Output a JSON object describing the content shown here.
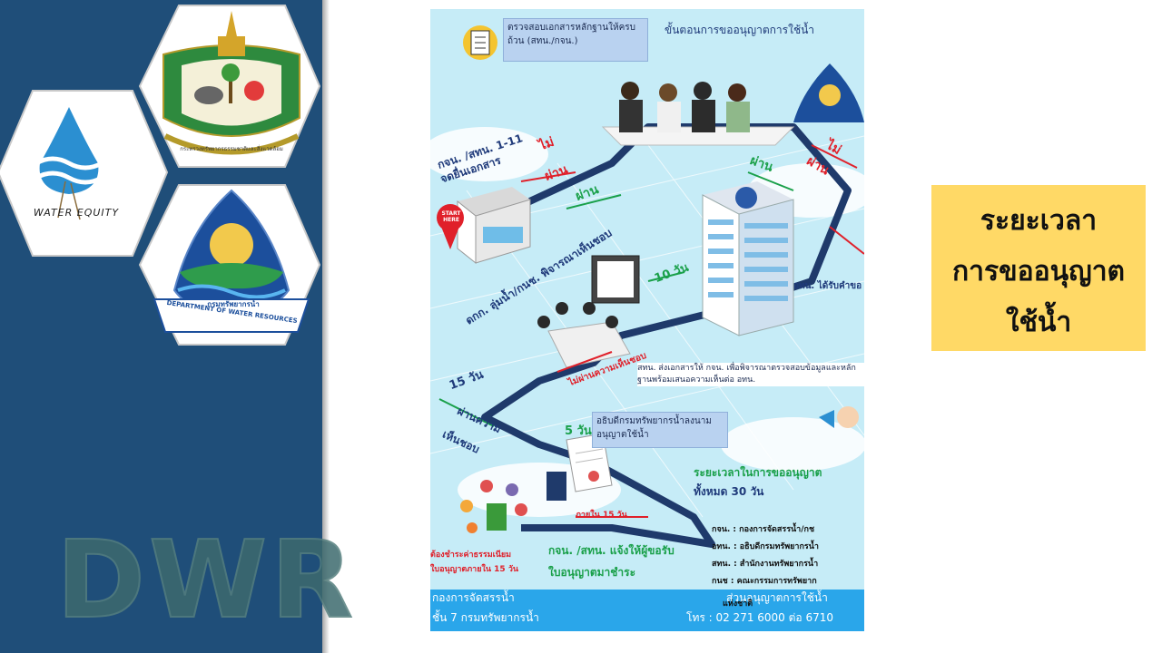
{
  "sidebar": {
    "logo_left_caption": "WATER EQUITY",
    "logo_top_caption": "กระทรวงทรัพยากรธรรมชาติและสิ่งแวดล้อม",
    "logo_bottom_caption": "กรมทรัพยากรน้ำ",
    "logo_bottom_caption_en": "DEPARTMENT OF WATER RESOURCES",
    "watermark": "DWR",
    "colors": {
      "background": "#1f4e79",
      "watermark": "#3d6a6e"
    }
  },
  "poster": {
    "check_box": "ตรวจสอบเอกสารหลักฐานให้ครบถ้วน (สทน./กจน.)",
    "header": "ขั้นตอนการขออนุญาตการใช้น้ำ",
    "receive_label_1": "กจน. /สทน. 1-11",
    "receive_label_2": "จดยื่นเอกสาร",
    "start_badge": "START HERE",
    "no_top_left": "ไม่",
    "pass_red_left": "ผ่าน",
    "pass_green_left": "ผ่าน",
    "pass_green_right": "ผ่าน",
    "no_top_right": "ไม่",
    "pass_red_right": "ผ่าน",
    "days_10": "10 วัน",
    "committee": "ดกก. ลุ่มน้ำ/กนช. พิจารณาเห็นชอบ",
    "director_received": "อทน. ได้รับคำขอ",
    "not_approved": "ไม่ผ่านความเห็นชอบ",
    "submit_note": "สทน. ส่งเอกสารให้ กจน. เพื่อพิจารณาตรวจสอบข้อมูลและหลักฐานพร้อมเสนอความเห็นต่อ อทน.",
    "days_15": "15 วัน",
    "approved_1": "ผ่านความ",
    "approved_2": "เห็นชอบ",
    "days_5": "5 วัน",
    "sign_box": "อธิบดีกรมทรัพยากรน้ำลงนามอนุญาตใช้น้ำ",
    "timeline_1": "ระยะเวลาในการขออนุญาต",
    "timeline_2": "ทั้งหมด 30 วัน",
    "within_15": "ภายใน 15 วัน",
    "fee_1": "ต้องชำระค่าธรรมเนียม",
    "fee_2": "ใบอนุญาตภายใน 15 วัน",
    "notify_1": "กจน. /สทน. แจ้งให้ผู้ขอรับ",
    "notify_2": "ใบอนุญาตมาชำระ",
    "legend": [
      "กจน.  :  กองการจัดสรรน้ำ/กช",
      "อทน.  :  อธิบดีกรมทรัพยากรน้ำ",
      "สทน.  :  สำนักงานทรัพยากรน้ำ",
      "กนช  :  คณะกรรมการทรัพยาก"
    ],
    "legend_tail": "แห่งชาติ",
    "footer_left_1": "กองการจัดสรรน้ำ",
    "footer_left_2": "ชั้น 7 กรมทรัพยากรน้ำ",
    "footer_right_1": "ส่วนอนุญาตการใช้น้ำ",
    "footer_right_2": "โทร : 02 271 6000 ต่อ 6710"
  },
  "title_card": {
    "line1": "ระยะเวลา",
    "line2": "การขออนุญาต",
    "line3": "ใช้น้ำ",
    "background": "#ffd966"
  }
}
